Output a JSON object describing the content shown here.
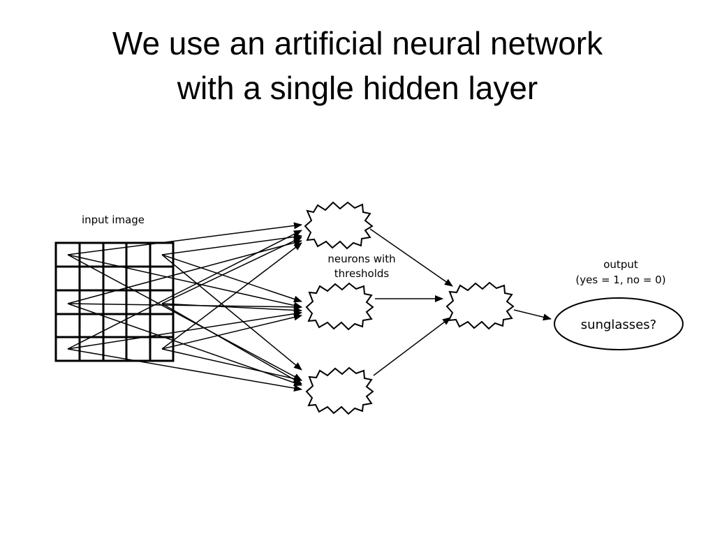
{
  "slide": {
    "title_line1": "We use an artificial neural network",
    "title_line2": "with a single hidden layer"
  },
  "diagram": {
    "input_label": "input image",
    "hidden_label_line1": "neurons with",
    "hidden_label_line2": "thresholds",
    "output_label_line1": "output",
    "output_label_line2": "(yes = 1, no = 0)",
    "output_value": "sunglasses?",
    "grid": {
      "rows": 5,
      "cols": 5
    },
    "hidden_neuron_count": 3
  },
  "colors": {
    "ink": "#000000",
    "background": "#ffffff"
  }
}
